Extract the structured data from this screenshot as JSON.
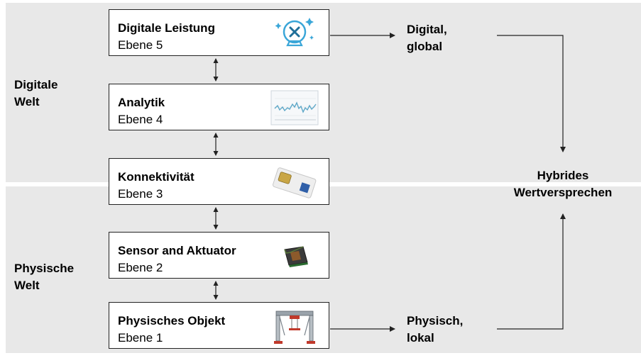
{
  "worlds": {
    "digital": "Digitale\nWelt",
    "physical": "Physische\nWelt"
  },
  "levels": [
    {
      "title": "Digitale Leistung",
      "subtitle": "Ebene 5",
      "icon": "crystal-ball-tools-icon"
    },
    {
      "title": "Analytik",
      "subtitle": "Ebene 4",
      "icon": "line-chart-thumbnail-icon"
    },
    {
      "title": "Konnektivität",
      "subtitle": "Ebene 3",
      "icon": "sim-card-icon"
    },
    {
      "title": "Sensor and Aktuator",
      "subtitle": "Ebene 2",
      "icon": "microchip-icon"
    },
    {
      "title": "Physisches Objekt",
      "subtitle": "Ebene 1",
      "icon": "gantry-crane-icon"
    }
  ],
  "outputs": {
    "digital": "Digital,\nglobal",
    "physical": "Physisch,\nlokal",
    "hybrid": "Hybrides\nWertversprechen"
  },
  "colors": {
    "band": "#e8e8e8",
    "icon_blue": "#3aa6d8",
    "chart_line": "#5fa8c8"
  }
}
